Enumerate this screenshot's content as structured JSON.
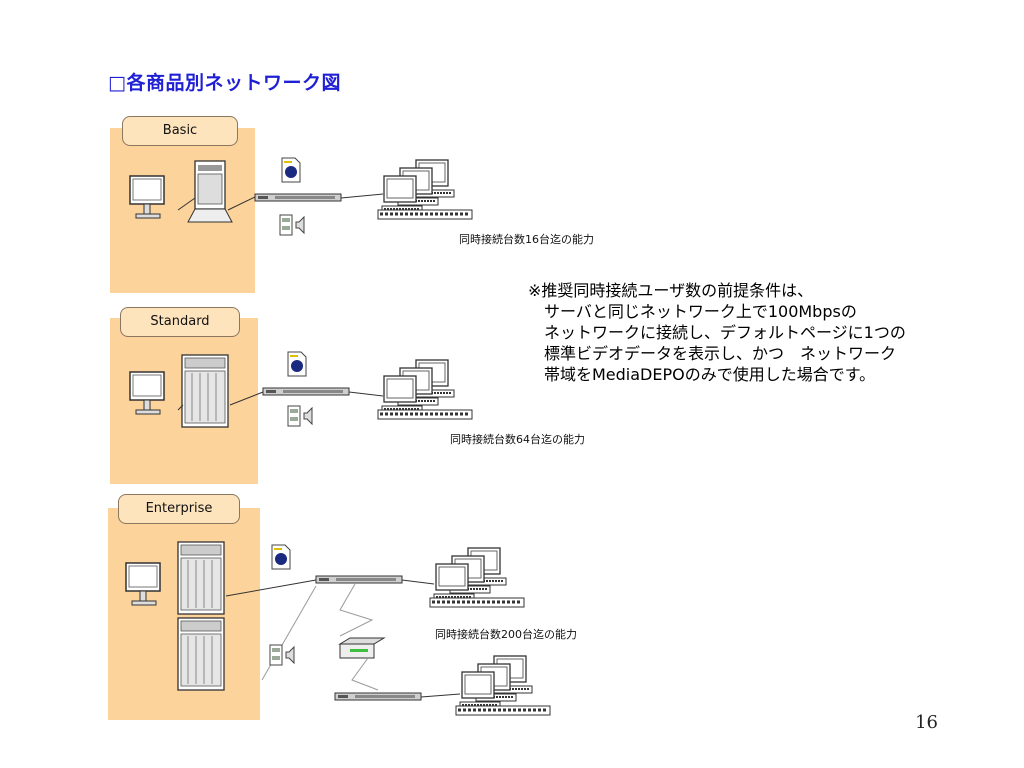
{
  "slide": {
    "title": "□各商品別ネットワーク図",
    "page_number": "16"
  },
  "tiers": [
    {
      "name": "Basic",
      "capacity": "同時接続台数16台迄の能力"
    },
    {
      "name": "Standard",
      "capacity": "同時接続台数64台迄の能力"
    },
    {
      "name": "Enterprise",
      "capacity": "同時接続台数200台迄の能力"
    }
  ],
  "note": {
    "lines": [
      "※推奨同時接続ユーザ数の前提条件は、",
      "　サーバと同じネットワーク上で100Mbpsの",
      "　ネットワークに接続し、デフォルトページに1つの",
      "　標準ビデオデータを表示し、かつ　ネットワーク",
      "　帯域をMediaDEPOのみで使用した場合です。"
    ]
  },
  "colors": {
    "title": "#1f1fd6",
    "panel": "#fcd39a",
    "tab": "#fde4bd"
  },
  "icons": [
    "monitor-icon",
    "server-tower-icon",
    "server-rack-icon",
    "network-switch-icon",
    "web-document-icon",
    "speaker-media-icon",
    "client-pc-group-icon",
    "router-icon"
  ]
}
